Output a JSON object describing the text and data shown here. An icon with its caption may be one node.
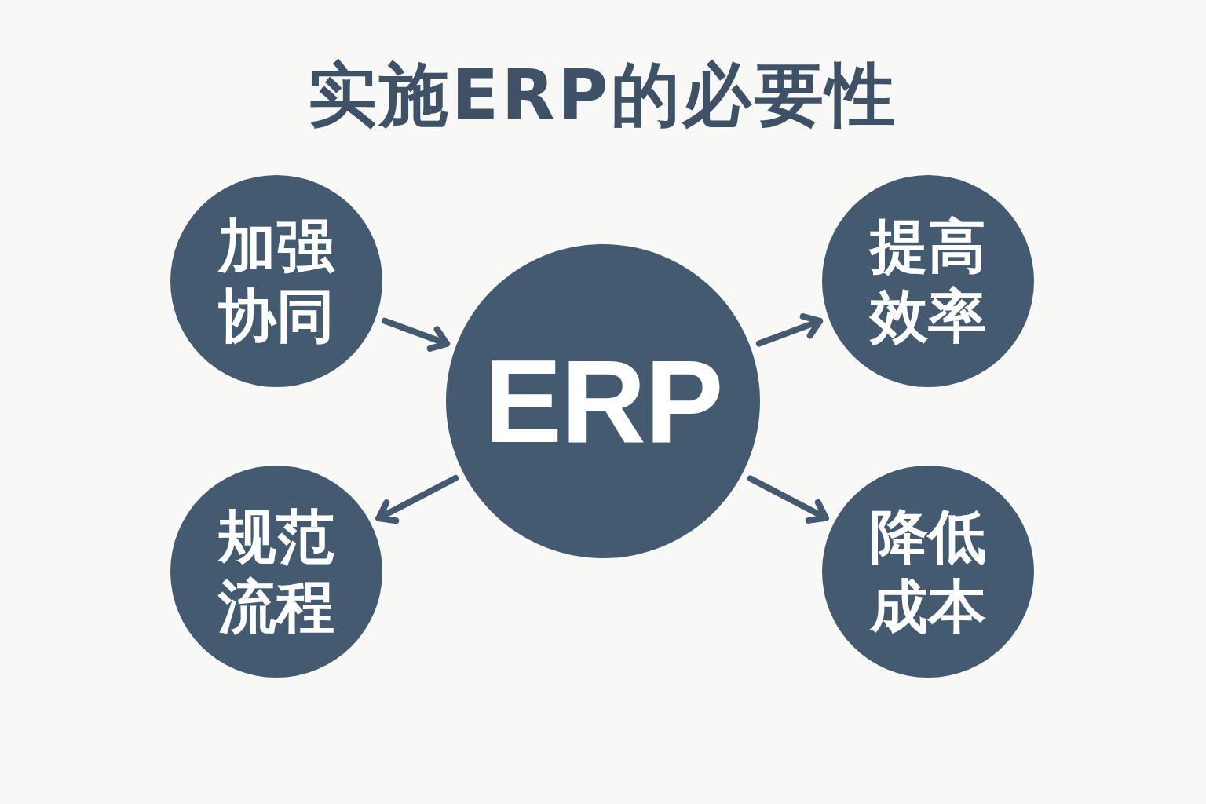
{
  "diagram": {
    "title": "实施ERP的必要性",
    "nodes": [
      {
        "text": [
          "加强协同"
        ]
      },
      {
        "text": [
          "ERP"
        ]
      },
      {
        "text": [
          "提高效率"
        ]
      },
      {
        "text": [
          "规范流程"
        ]
      },
      {
        "text": [
          "降低成本"
        ]
      }
    ],
    "edges": [
      {
        "from": 0,
        "to": 1,
        "arrow": "to"
      },
      {
        "from": 1,
        "to": 2,
        "arrow": "to"
      },
      {
        "from": 1,
        "to": 3,
        "arrow": "to"
      },
      {
        "from": 1,
        "to": 4,
        "arrow": "to"
      }
    ]
  }
}
